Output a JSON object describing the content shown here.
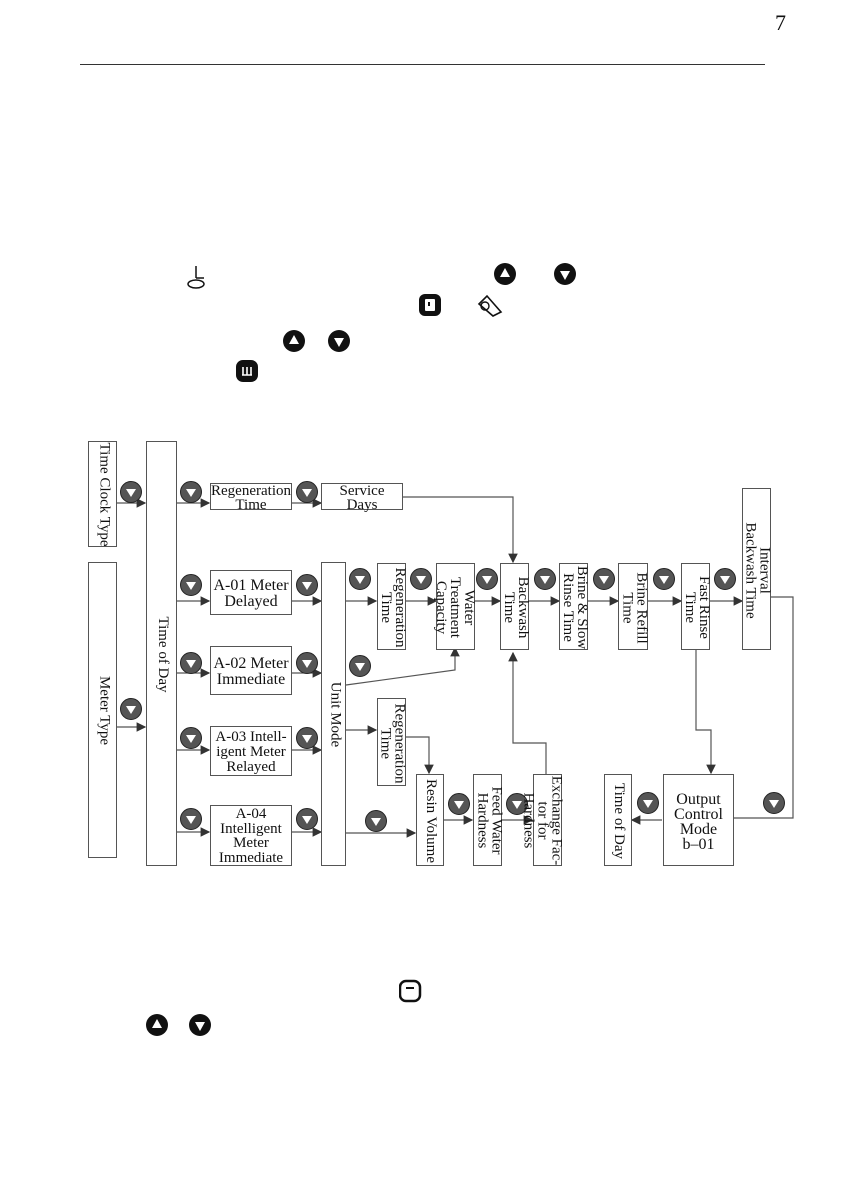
{
  "page": {
    "number": "7"
  },
  "colors": {
    "line": "#555555",
    "button": "#555555"
  },
  "icons": [
    "program-key-icon",
    "up-arrow-icon",
    "down-arrow-icon",
    "menu-key-icon",
    "pointer-key-icon",
    "power-key-icon"
  ],
  "flowchart": {
    "left": {
      "time_clock_type": "Time Clock Type",
      "meter_type": "Meter Type",
      "time_of_day": "Time of Day",
      "unit_mode": "Unit Mode"
    },
    "time_clock_row": {
      "regeneration_time": "Regeneration\nTime",
      "service_days": "Service\nDays"
    },
    "modes": {
      "a01": "A-01 Meter\nDelayed",
      "a02": "A-02 Meter\nImmediate",
      "a03": "A-03 Intell-\nigent Meter\nRelayed",
      "a04": "A-04\nIntelligent\nMeter\nImmediate"
    },
    "top_row": {
      "regeneration_time": "Regeneration\nTime",
      "water_treatment_capacity": "Water\nTreatment\nCapacity",
      "backwash_time": "Backwash\nTime",
      "brine_slow_rinse_time": "Brine & Slow\nRinse Time",
      "brine_refill_time": "Brine Refill\nTime",
      "fast_rinse_time": "Fast Rinse\nTime",
      "interval_backwash_time": "Interval\nBackwash Time"
    },
    "mid_row": {
      "regeneration_time": "Regeneration\nTime"
    },
    "bottom_row": {
      "resin_volume": "Resin Volume",
      "feed_water_hardness": "Feed Water\nHardness",
      "exchange_factor_for_hardness": "Exchange Fac-\ntor for Hardness",
      "time_of_day": "Time of Day",
      "output_control_mode": "Output\nControl\nMode\nb–01"
    }
  }
}
